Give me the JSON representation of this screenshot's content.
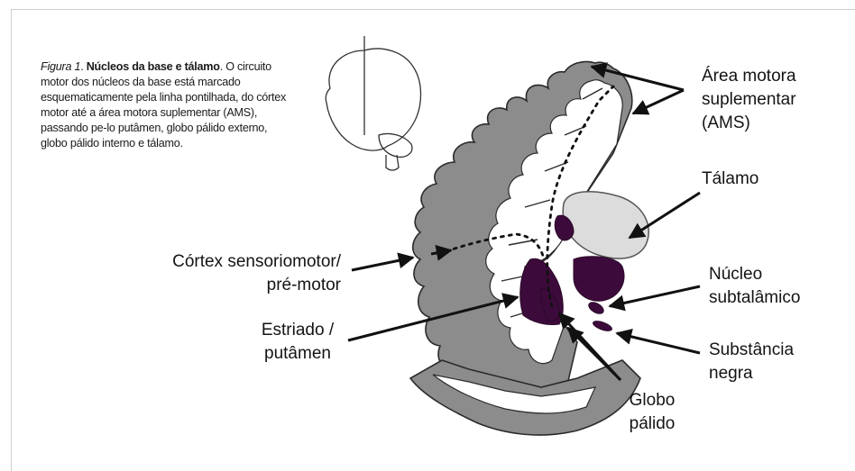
{
  "caption": {
    "figure_label": "Figura 1",
    "title": "Núcleos da base e tálamo",
    "body": "O circuito motor dos núcleos da base está marcado esquematicamente pela linha pontilhada, do córtex motor até a área motora suplementar (AMS), passando pe-lo putâmen, globo pálido externo, globo pálido interno e tálamo."
  },
  "labels": {
    "area_motora": [
      "Área motora",
      "suplementar",
      "(AMS)"
    ],
    "talamo": [
      "Tálamo"
    ],
    "cortex": [
      "Córtex sensoriomotor/",
      "pré-motor"
    ],
    "estriado": [
      "Estriado /",
      "putâmen"
    ],
    "nucleo": [
      "Núcleo",
      "subtalâmico"
    ],
    "substancia": [
      "Substância",
      "negra"
    ],
    "globo": [
      "Globo",
      "pálido"
    ]
  },
  "colors": {
    "cortex_gray": "#8c8c8c",
    "cortex_outline": "#2b2b2b",
    "nuclei_purple": "#3d0b3b",
    "thalamus_fill": "#dcdcdc",
    "arrow": "#111111"
  }
}
